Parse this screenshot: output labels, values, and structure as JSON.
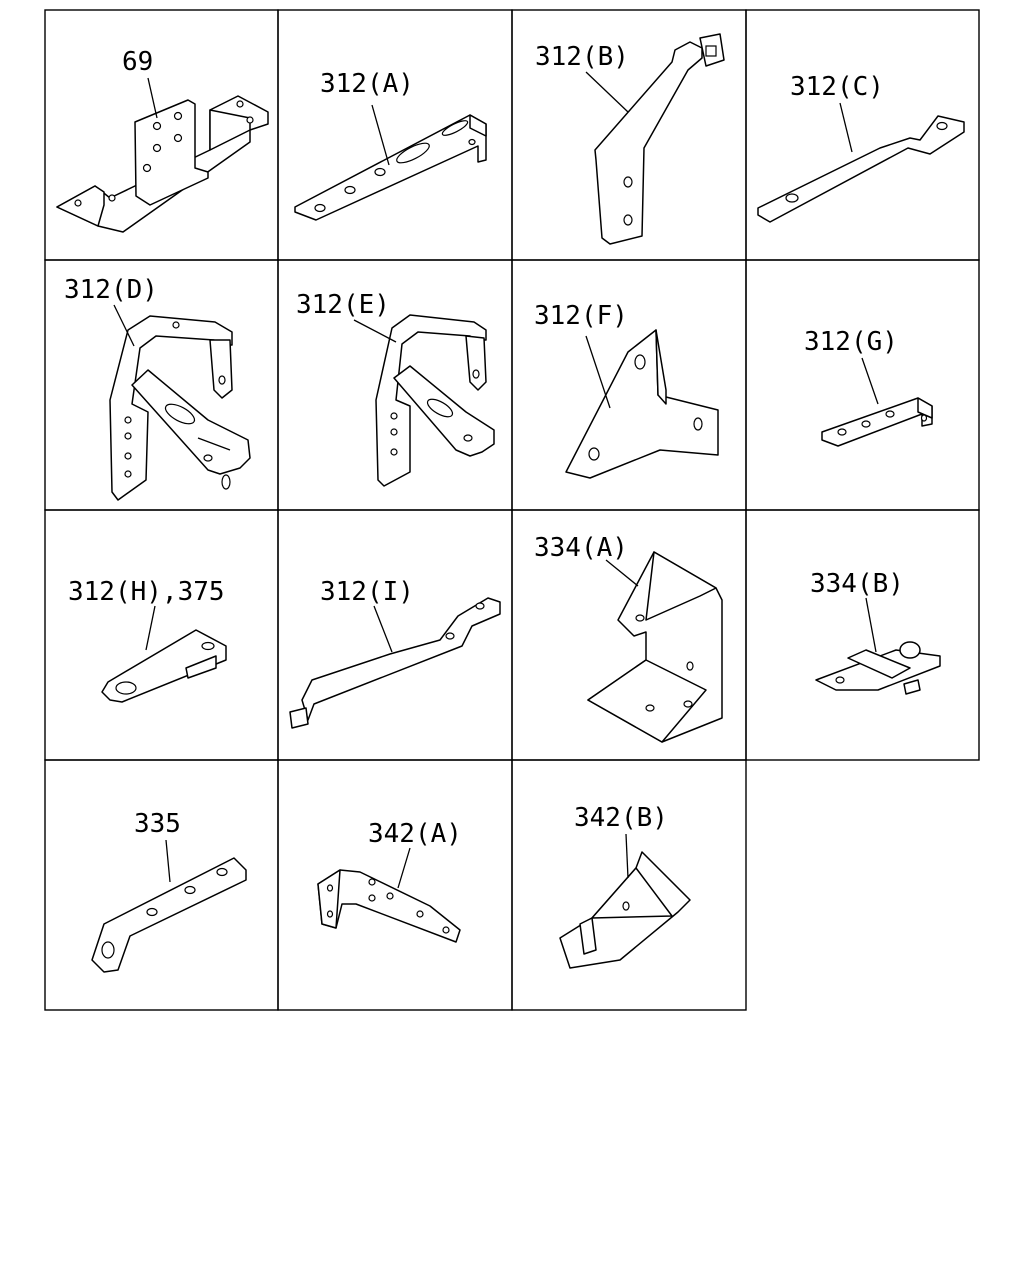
{
  "parts": [
    {
      "id": "p69",
      "label": "69"
    },
    {
      "id": "p312A",
      "label": "312(A)"
    },
    {
      "id": "p312B",
      "label": "312(B)"
    },
    {
      "id": "p312C",
      "label": "312(C)"
    },
    {
      "id": "p312D",
      "label": "312(D)"
    },
    {
      "id": "p312E",
      "label": "312(E)"
    },
    {
      "id": "p312F",
      "label": "312(F)"
    },
    {
      "id": "p312G",
      "label": "312(G)"
    },
    {
      "id": "p312H",
      "label": "312(H),375"
    },
    {
      "id": "p312I",
      "label": "312(I)"
    },
    {
      "id": "p334A",
      "label": "334(A)"
    },
    {
      "id": "p334B",
      "label": "334(B)"
    },
    {
      "id": "p335",
      "label": "335"
    },
    {
      "id": "p342A",
      "label": "342(A)"
    },
    {
      "id": "p342B",
      "label": "342(B)"
    }
  ]
}
